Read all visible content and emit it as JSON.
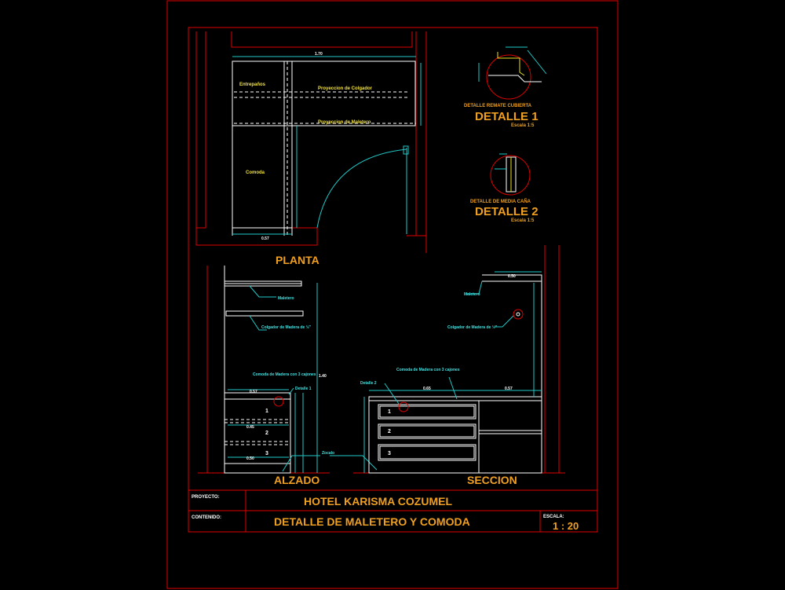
{
  "drawing": {
    "views": {
      "plan": "PLANTA",
      "elevation": "ALZADO",
      "section": "SECCION"
    },
    "detail1": {
      "title": "DETALLE 1",
      "subtitle": "DETALLE REMATE CUBIERTA",
      "scale": "Escala 1:5"
    },
    "detail2": {
      "title": "DETALLE 2",
      "subtitle": "DETALLE DE MEDIA CAÑA",
      "scale": "Escala 1:5"
    },
    "plan_labels": {
      "shelves": "Entrepaños",
      "hanger_projection": "Proyeccion de Colgador",
      "luggage_projection": "Proyeccion de Maletero",
      "dresser": "Comoda",
      "dim_width": "1.70",
      "dim_dresser": "0.57"
    },
    "elevation_labels": {
      "luggage_rack": "Maletero",
      "hanger": "Colgador de Madera de ½\"",
      "dresser": "Comoda de Madera con 3 cajones",
      "detail_ref": "Detalle 1",
      "plinth": "Zocalo",
      "drawers": [
        "1",
        "2",
        "3"
      ],
      "dim_top": "0.57",
      "dim_mid": "0.45",
      "dim_bottom": "0.50",
      "dim_height": "1.40"
    },
    "section_labels": {
      "luggage_rack": "Maletero",
      "hanger": "Colgador de Madera de ½\"",
      "dresser": "Comoda de Madera con 3 cajones",
      "detail_ref": "Detalle 2",
      "drawers": [
        "1",
        "2",
        "3"
      ],
      "dim_left": "0.65",
      "dim_right": "0.57",
      "dim_top": "0.50"
    }
  },
  "title_block": {
    "project_label": "PROYECTO:",
    "project_name": "HOTEL KARISMA COZUMEL",
    "content_label": "CONTENIDO:",
    "content_name": "DETALLE DE MALETERO Y COMODA",
    "scale_label": "ESCALA:",
    "scale_value": "1 : 20"
  },
  "colors": {
    "background": "#000000",
    "border": "#e00000",
    "titles": "#f0a020",
    "dimensions": "#20c8c8",
    "linework": "#ffffff"
  }
}
